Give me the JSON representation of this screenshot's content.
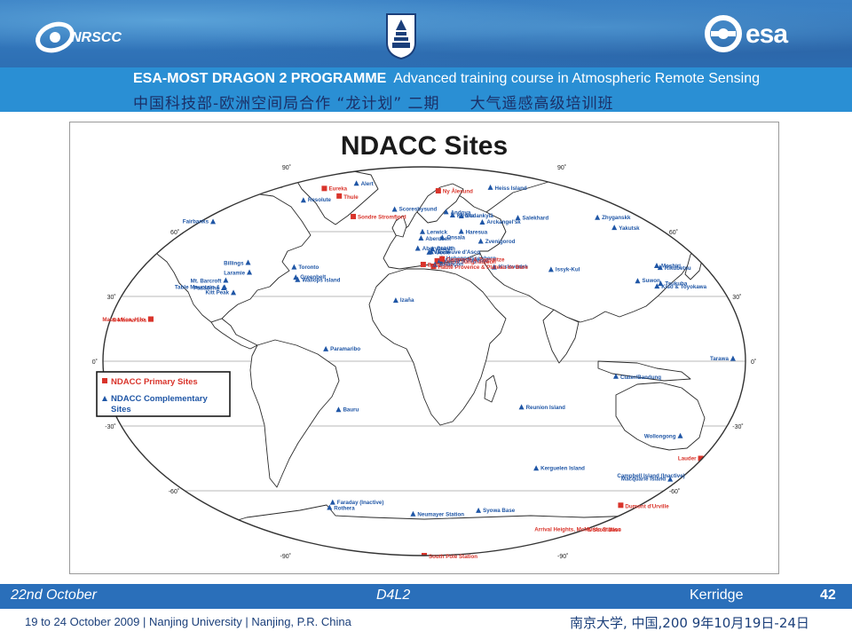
{
  "header": {
    "nrscc_logo_text": "NRSCC",
    "esa_logo_text": "esa",
    "programme_title": "ESA-MOST DRAGON 2 PROGRAMME",
    "course_title": "Advanced training course in Atmospheric Remote Sensing",
    "chinese_line_a": "中国科技部-欧洲空间局合作 “龙计划” 二期",
    "chinese_line_b": "大气遥感高级培训班"
  },
  "map": {
    "title": "NDACC Sites",
    "legend": {
      "primary_label": "NDACC Primary Sites",
      "complementary_label": "NDACC Complementary Sites",
      "complementary_line1": "NDACC Complementary",
      "complementary_line2": "Sites",
      "primary_color": "#d9342b",
      "complementary_color": "#1f56a6"
    },
    "latitude_labels": {
      "n90": "90˚",
      "n60": "60˚",
      "n30": "30˚",
      "eq": "0˚",
      "s30": "-30˚",
      "s60": "-60˚",
      "s90": "-90˚"
    },
    "sites": [
      {
        "name": "Eureka",
        "kind": "primary",
        "lat": 80.0,
        "lon": -86.4
      },
      {
        "name": "Alert",
        "kind": "complementary",
        "lat": 82.5,
        "lon": -62.3
      },
      {
        "name": "Thule",
        "kind": "primary",
        "lat": 76.5,
        "lon": -68.8
      },
      {
        "name": "Resolute",
        "kind": "complementary",
        "lat": 74.7,
        "lon": -95.0
      },
      {
        "name": "Ny Ålesund",
        "kind": "primary",
        "lat": 78.9,
        "lon": 11.9
      },
      {
        "name": "Heiss Island",
        "kind": "complementary",
        "lat": 80.6,
        "lon": 58.0
      },
      {
        "name": "Scoresbysund",
        "kind": "complementary",
        "lat": 70.5,
        "lon": -22.0
      },
      {
        "name": "Sondre Stromfjord",
        "kind": "primary",
        "lat": 67.0,
        "lon": -50.7
      },
      {
        "name": "Andoya",
        "kind": "complementary",
        "lat": 69.3,
        "lon": 16.0
      },
      {
        "name": "Sodankylä",
        "kind": "complementary",
        "lat": 67.4,
        "lon": 26.6
      },
      {
        "name": "Salekhard",
        "kind": "complementary",
        "lat": 66.5,
        "lon": 66.6
      },
      {
        "name": "Kiruna",
        "kind": "complementary",
        "lat": 67.8,
        "lon": 20.4
      },
      {
        "name": "Arckangel'sk",
        "kind": "complementary",
        "lat": 64.5,
        "lon": 40.5
      },
      {
        "name": "Lerwick",
        "kind": "complementary",
        "lat": 60.1,
        "lon": -1.2
      },
      {
        "name": "Haresua",
        "kind": "complementary",
        "lat": 60.2,
        "lon": 24.9
      },
      {
        "name": "Onsala",
        "kind": "complementary",
        "lat": 57.4,
        "lon": 11.9
      },
      {
        "name": "Zhyganskk",
        "kind": "complementary",
        "lat": 66.7,
        "lon": 123.4
      },
      {
        "name": "Yakutsk",
        "kind": "complementary",
        "lat": 62.0,
        "lon": 129.7
      },
      {
        "name": "Fairbanks",
        "kind": "complementary",
        "lat": 64.8,
        "lon": -147.7
      },
      {
        "name": "Zvenigorod",
        "kind": "complementary",
        "lat": 55.7,
        "lon": 36.8
      },
      {
        "name": "Aberdeen",
        "kind": "complementary",
        "lat": 57.1,
        "lon": -2.1
      },
      {
        "name": "Debilt",
        "kind": "complementary",
        "lat": 52.1,
        "lon": 5.2
      },
      {
        "name": "Aberystwyth",
        "kind": "complementary",
        "lat": 52.4,
        "lon": -4.1
      },
      {
        "name": "Uccle",
        "kind": "complementary",
        "lat": 50.8,
        "lon": 4.4
      },
      {
        "name": "Villeneuve d'Ascq",
        "kind": "complementary",
        "lat": 50.6,
        "lon": 3.1
      },
      {
        "name": "Hohenpeissenberg",
        "kind": "complementary",
        "lat": 47.8,
        "lon": 11.0
      },
      {
        "name": "Bern & Jungfraujoch",
        "kind": "primary",
        "lat": 46.5,
        "lon": 8.0
      },
      {
        "name": "Kislovodsk",
        "kind": "complementary",
        "lat": 43.7,
        "lon": 42.7
      },
      {
        "name": "Arosa & Payerne",
        "kind": "complementary",
        "lat": 46.8,
        "lon": 9.7
      },
      {
        "name": "Garmisch & Zugspitze",
        "kind": "primary",
        "lat": 47.4,
        "lon": 11.1
      },
      {
        "name": "Issyk-Kul",
        "kind": "complementary",
        "lat": 42.6,
        "lon": 77.0
      },
      {
        "name": "Bordeaux",
        "kind": "primary",
        "lat": 44.8,
        "lon": -0.6
      },
      {
        "name": "Haute Provence & Plateau de Bure",
        "kind": "primary",
        "lat": 43.9,
        "lon": 5.7
      },
      {
        "name": "Briançon",
        "kind": "complementary",
        "lat": 44.9,
        "lon": 6.6
      },
      {
        "name": "Toronto",
        "kind": "complementary",
        "lat": 43.7,
        "lon": -79.4
      },
      {
        "name": "Laramie",
        "kind": "complementary",
        "lat": 41.3,
        "lon": -105.6
      },
      {
        "name": "Greenbelt",
        "kind": "complementary",
        "lat": 39.0,
        "lon": -76.9
      },
      {
        "name": "Wallops Island",
        "kind": "complementary",
        "lat": 37.9,
        "lon": -75.5
      },
      {
        "name": "Mt. Barcroft",
        "kind": "complementary",
        "lat": 37.6,
        "lon": -118.2
      },
      {
        "name": "Table Mountain &",
        "kind": "complementary",
        "lat": 34.4,
        "lon": -117.7
      },
      {
        "name": "Pasadena",
        "kind": "complementary",
        "lat": 34.1,
        "lon": -118.1
      },
      {
        "name": "Billings",
        "kind": "complementary",
        "lat": 45.8,
        "lon": -108.5
      },
      {
        "name": "Kitt Peak",
        "kind": "complementary",
        "lat": 31.9,
        "lon": -111.6
      },
      {
        "name": "Moshiri",
        "kind": "complementary",
        "lat": 44.4,
        "lon": 142.3
      },
      {
        "name": "Rikubetsu",
        "kind": "complementary",
        "lat": 43.5,
        "lon": 143.8
      },
      {
        "name": "Suwon",
        "kind": "complementary",
        "lat": 37.3,
        "lon": 127.0
      },
      {
        "name": "Tsukuba",
        "kind": "complementary",
        "lat": 36.1,
        "lon": 140.1
      },
      {
        "name": "Kiso & Toyokawa",
        "kind": "complementary",
        "lat": 34.9,
        "lon": 137.4
      },
      {
        "name": "Izaña",
        "kind": "complementary",
        "lat": 28.3,
        "lon": -16.5
      },
      {
        "name": "Mauna Kea, Hilo,",
        "kind": "primary",
        "lat": 19.5,
        "lon": -155.6
      },
      {
        "name": "& Mauna Loa",
        "kind": "primary",
        "lat": 19.5,
        "lon": -155.6
      },
      {
        "name": "Paramaribo",
        "kind": "complementary",
        "lat": 5.8,
        "lon": -55.2
      },
      {
        "name": "Tarawa",
        "kind": "complementary",
        "lat": 1.4,
        "lon": 173.0
      },
      {
        "name": "Ciater/Bandung",
        "kind": "complementary",
        "lat": -6.9,
        "lon": 107.6
      },
      {
        "name": "Bauru",
        "kind": "complementary",
        "lat": -22.3,
        "lon": -49.0
      },
      {
        "name": "Reunion Island",
        "kind": "complementary",
        "lat": -21.1,
        "lon": 55.5
      },
      {
        "name": "Wollongong",
        "kind": "complementary",
        "lat": -34.4,
        "lon": 150.9
      },
      {
        "name": "Lauder",
        "kind": "primary",
        "lat": -45.0,
        "lon": 169.7
      },
      {
        "name": "Kerguelen Island",
        "kind": "complementary",
        "lat": -49.4,
        "lon": 70.2
      },
      {
        "name": "Campbell Island (Inactive)",
        "kind": "complementary",
        "lat": -52.5,
        "lon": 169.2
      },
      {
        "name": "Macquarie Island",
        "kind": "complementary",
        "lat": -54.5,
        "lon": 158.9
      },
      {
        "name": "Faraday (Inactive)",
        "kind": "complementary",
        "lat": -65.2,
        "lon": -64.3
      },
      {
        "name": "Rothera",
        "kind": "complementary",
        "lat": -67.6,
        "lon": -68.1
      },
      {
        "name": "Syowa Base",
        "kind": "complementary",
        "lat": -69.0,
        "lon": 39.6
      },
      {
        "name": "Neumayer Station",
        "kind": "complementary",
        "lat": -70.6,
        "lon": -8.3
      },
      {
        "name": "Dumont d'Urville",
        "kind": "primary",
        "lat": -66.7,
        "lon": 140.0
      },
      {
        "name": "Arrival Heights, McMurdo Station",
        "kind": "primary",
        "lat": -77.8,
        "lon": 166.7
      },
      {
        "name": "& Scott Base",
        "kind": "primary",
        "lat": -77.8,
        "lon": 166.7
      },
      {
        "name": "South Pole Station",
        "kind": "primary",
        "lat": -90.0,
        "lon": 0.0
      }
    ]
  },
  "footer": {
    "date": "22nd October",
    "code": "D4L2",
    "speaker": "Kerridge",
    "slide_number": "42",
    "venue": "19 to 24 October 2009 | Nanjing University | Nanjing, P.R. China",
    "venue_cn": "南京大学, 中国,200 9年10月19日-24日"
  }
}
